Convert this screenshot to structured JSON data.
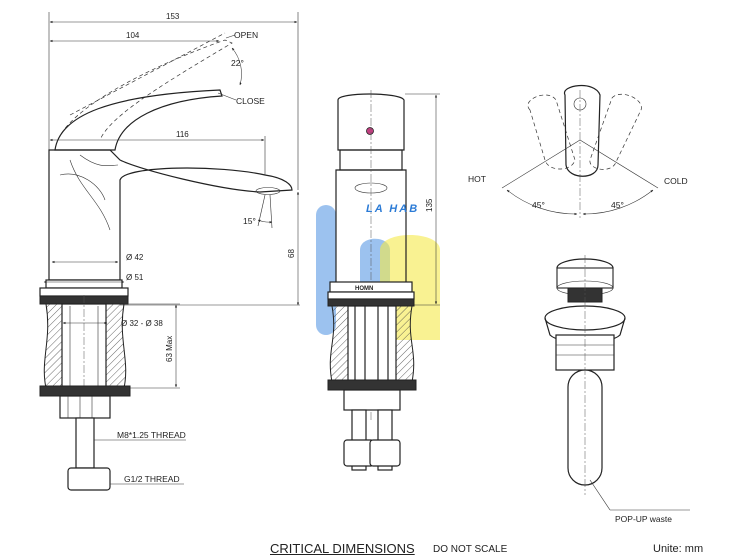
{
  "footer": {
    "title": "CRITICAL DIMENSIONS",
    "note": "DO NOT SCALE",
    "unit": "Unite: mm"
  },
  "watermark": {
    "text": "LA HAB",
    "colors": {
      "blue": "#4a90e2",
      "yellow": "#f5e94a"
    }
  },
  "side_view": {
    "dims": {
      "d153": "153",
      "d104": "104",
      "d116": "116",
      "d68": "68",
      "d42": "Ø 42",
      "d51": "Ø 51",
      "d32": "Ø 32 - Ø 38",
      "d63": "63 Max"
    },
    "labels": {
      "open": "OPEN",
      "close": "CLOSE",
      "a22": "22°",
      "a15": "15°",
      "thread1": "M8*1.25 THREAD",
      "thread2": "G1/2 THREAD"
    }
  },
  "front_view": {
    "dim135": "135",
    "brand": "HOMN"
  },
  "handle_view": {
    "hot": "HOT",
    "cold": "COLD",
    "angle_left": "45°",
    "angle_right": "45°"
  },
  "waste_view": {
    "label": "POP-UP waste"
  }
}
